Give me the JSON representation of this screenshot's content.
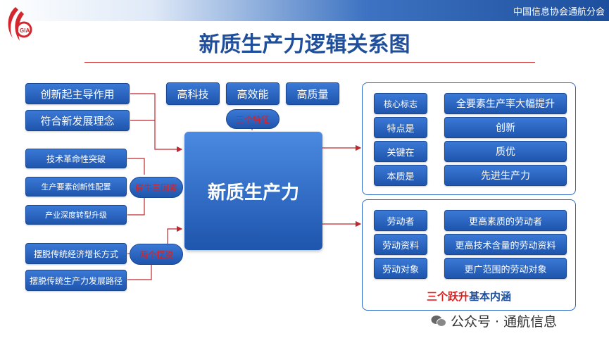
{
  "header": {
    "org": "中国信息协会通航分会"
  },
  "title": "新质生产力逻辑关系图",
  "left_top": [
    "创新起主导作用",
    "符合新发展理念"
  ],
  "left_mid": [
    "技术革命性突破",
    "生产要素创新性配置",
    "产业深度转型升级"
  ],
  "left_mid_label": "催生三因素",
  "left_bot": [
    "摆脱传统经济增长方式",
    "摆脱传统生产力发展路径"
  ],
  "left_bot_label": "两个摆脱",
  "top": [
    "高科技",
    "高效能",
    "高质量"
  ],
  "top_label": "三个特征",
  "center": "新质生产力",
  "right1": {
    "labels": [
      "核心标志",
      "特点是",
      "关键在",
      "本质是"
    ],
    "values": [
      "全要素生产率大幅提升",
      "创新",
      "质优",
      "先进生产力"
    ]
  },
  "right2": {
    "labels": [
      "劳动者",
      "劳动资料",
      "劳动对象"
    ],
    "values": [
      "更高素质的劳动者",
      "更高技术含量的劳动资料",
      "更广范围的劳动对象"
    ],
    "caption_red": "三个跃升",
    "caption_blue": "基本内涵"
  },
  "watermark": "公众号 · 通航信息",
  "colors": {
    "primary": "#1f55ad",
    "accent_red": "#e21d1d",
    "title_blue": "#1f4e9a"
  }
}
